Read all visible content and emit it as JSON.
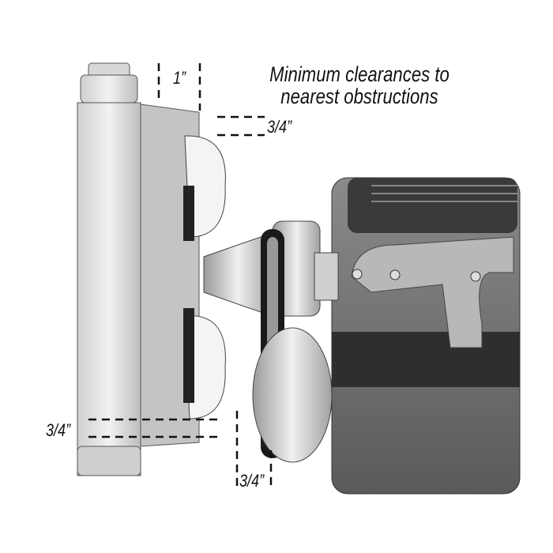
{
  "title": {
    "line1": "Minimum clearances to",
    "line2": "nearest obstructions"
  },
  "clearances": {
    "top": "1”",
    "fan_top": "3/4”",
    "bottom_left": "3/4”",
    "bottom_pulley": "3/4”"
  },
  "colors": {
    "dash": "#111111",
    "metal_light": "#e6e6e6",
    "metal_mid": "#b4b4b4",
    "engine_dark": "#3a3a3a"
  }
}
